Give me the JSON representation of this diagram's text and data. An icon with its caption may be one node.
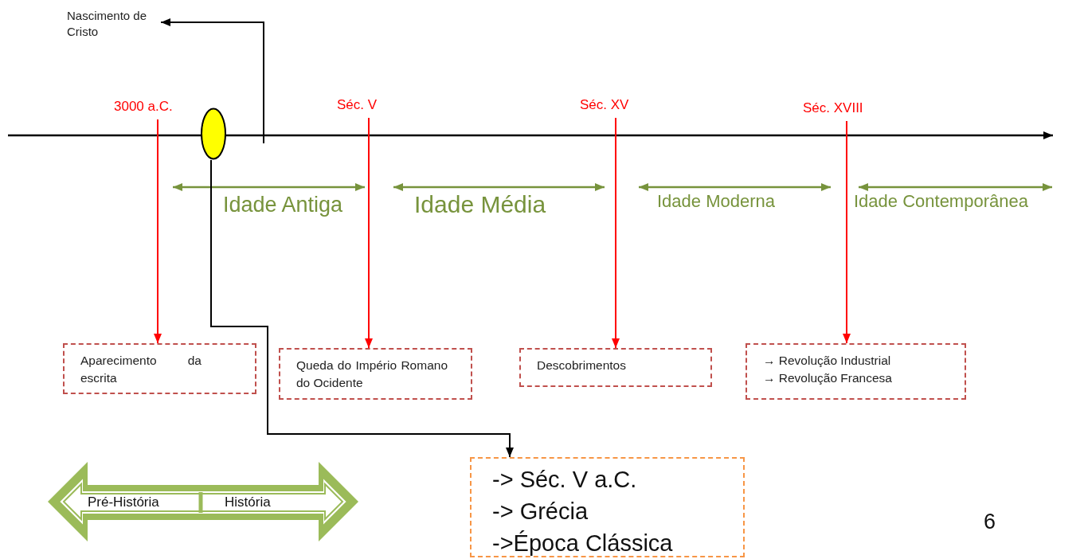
{
  "diagram": {
    "nodes": [
      {
        "text": [
          "Nascimento de Cristo"
        ]
      },
      {
        "text": [
          "3000 a.C."
        ]
      },
      {
        "text": [
          "Séc. V"
        ]
      },
      {
        "text": [
          "Séc. XV"
        ]
      },
      {
        "text": [
          "Séc. XVIII"
        ]
      },
      {
        "text": [],
        "shape": "circle"
      },
      {
        "text": [
          "Pré-História",
          "História"
        ]
      },
      {
        "text": [
          "Aparecimento da escrita"
        ]
      },
      {
        "text": [
          "Queda do Império Romano do Ocidente"
        ]
      },
      {
        "text": [
          "Descobrimentos"
        ]
      },
      {
        "text": [
          "→ Revolução Industrial",
          "→ Revolução Francesa"
        ]
      },
      {
        "text": [
          "-> Séc. V a.C.",
          "-> Grécia",
          "->Época Clássica"
        ]
      }
    ],
    "edges": [
      {
        "from": null,
        "to": 0,
        "arrow": "to",
        "color": "#000000"
      },
      {
        "from": 1,
        "to": 7,
        "arrow": "to",
        "color": "#ff0000"
      },
      {
        "from": 2,
        "to": 8,
        "arrow": "to",
        "color": "#ff0000"
      },
      {
        "from": 3,
        "to": 9,
        "arrow": "to",
        "color": "#ff0000"
      },
      {
        "from": 4,
        "to": 10,
        "arrow": "to",
        "color": "#ff0000"
      },
      {
        "from": 5,
        "to": 11,
        "arrow": "to",
        "color": "#000000"
      }
    ],
    "labels": [
      "Idade Antiga",
      "Idade Média",
      "Idade Moderna",
      "Idade Contemporânea",
      "6"
    ]
  }
}
